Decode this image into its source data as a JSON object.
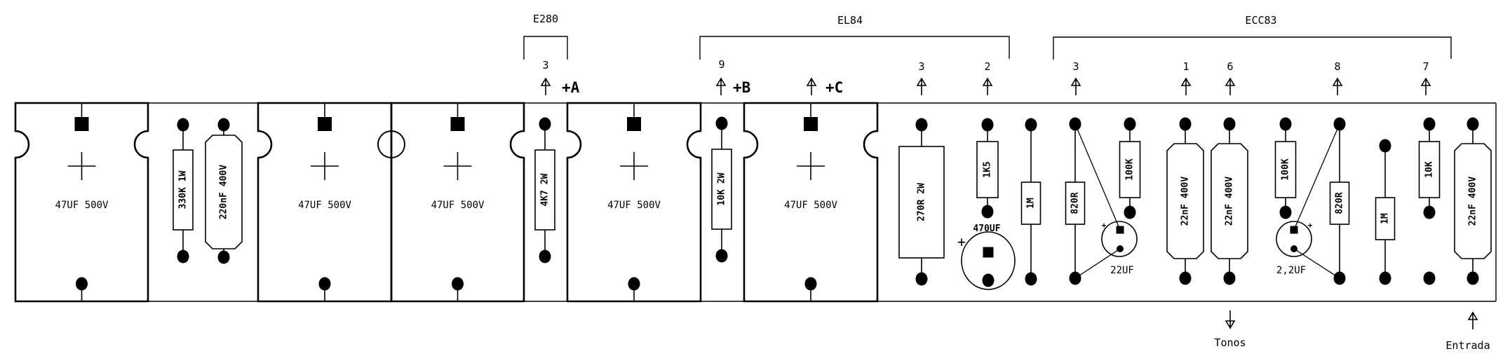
{
  "tubes": [
    {
      "id": "e280",
      "label": "E280",
      "pins": [
        "3"
      ]
    },
    {
      "id": "el84",
      "label": "EL84",
      "pins": [
        "9",
        "3",
        "2"
      ]
    },
    {
      "id": "ecc83",
      "label": "ECC83",
      "pins": [
        "3",
        "1",
        "6",
        "8",
        "7"
      ]
    }
  ],
  "supply_labels": {
    "a": "+A",
    "b": "+B",
    "c": "+C"
  },
  "filter_caps": [
    {
      "value": "47UF 500V"
    },
    {
      "value": "47UF 500V"
    },
    {
      "value": "47UF 500V"
    },
    {
      "value": "47UF 500V"
    },
    {
      "value": "47UF 500V"
    }
  ],
  "components": {
    "r_330k": "330K 1W",
    "c_220n": "220nF 400V",
    "r_4k7": "4K7 2W",
    "r_10k2w": "10K 2W",
    "r_270r": "270R 2W",
    "r_1k5": "1K5",
    "c_470u": "470UF",
    "r_1m_a": "1M",
    "r_820r_a": "820R",
    "r_100k_a": "100K",
    "c_22u": "22UF",
    "c_22n_a": "22nF 400V",
    "c_22n_b": "22nF 400V",
    "r_100k_b": "100K",
    "c_2u2": "2,2UF",
    "r_820r_b": "820R",
    "r_1m_b": "1M",
    "r_10k": "10K",
    "c_22n_c": "22nF 400V"
  },
  "io": {
    "tonos": "Tonos",
    "entrada": "Entrada"
  },
  "polarity_mark": "+"
}
